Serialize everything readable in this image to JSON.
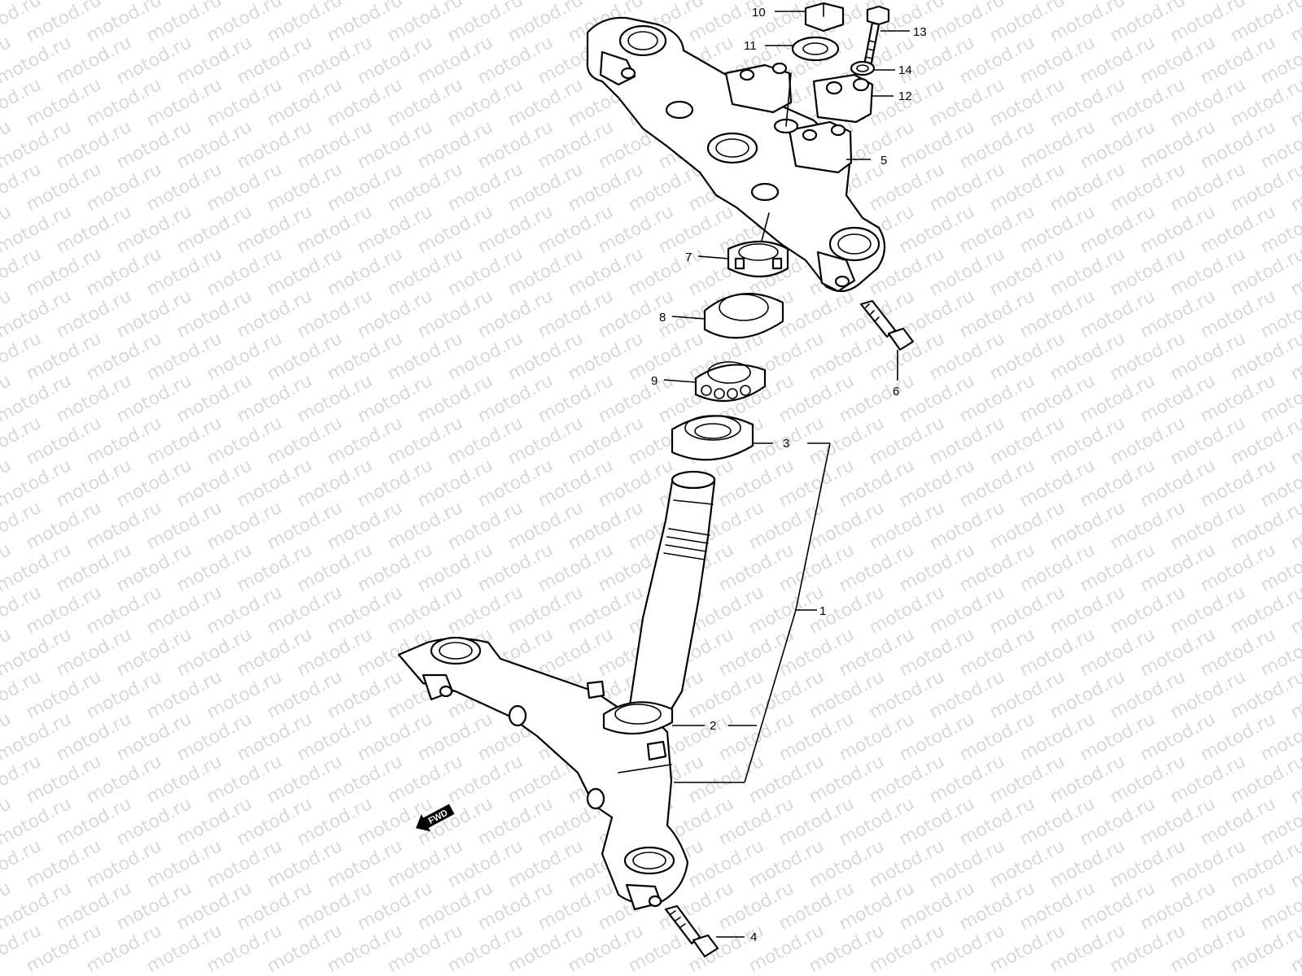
{
  "watermark": {
    "text": "motod.ru",
    "color": "#b0b0b0"
  },
  "direction_marker": {
    "label": "FWD",
    "icon": "arrow-left-icon"
  },
  "callouts": [
    {
      "id": "1",
      "label": "1"
    },
    {
      "id": "2",
      "label": "2"
    },
    {
      "id": "3",
      "label": "3"
    },
    {
      "id": "4",
      "label": "4"
    },
    {
      "id": "5",
      "label": "5"
    },
    {
      "id": "6",
      "label": "6"
    },
    {
      "id": "7",
      "label": "7"
    },
    {
      "id": "8",
      "label": "8"
    },
    {
      "id": "9",
      "label": "9"
    },
    {
      "id": "10",
      "label": "10"
    },
    {
      "id": "11",
      "label": "11"
    },
    {
      "id": "12",
      "label": "12"
    },
    {
      "id": "13",
      "label": "13"
    },
    {
      "id": "14",
      "label": "14"
    }
  ]
}
